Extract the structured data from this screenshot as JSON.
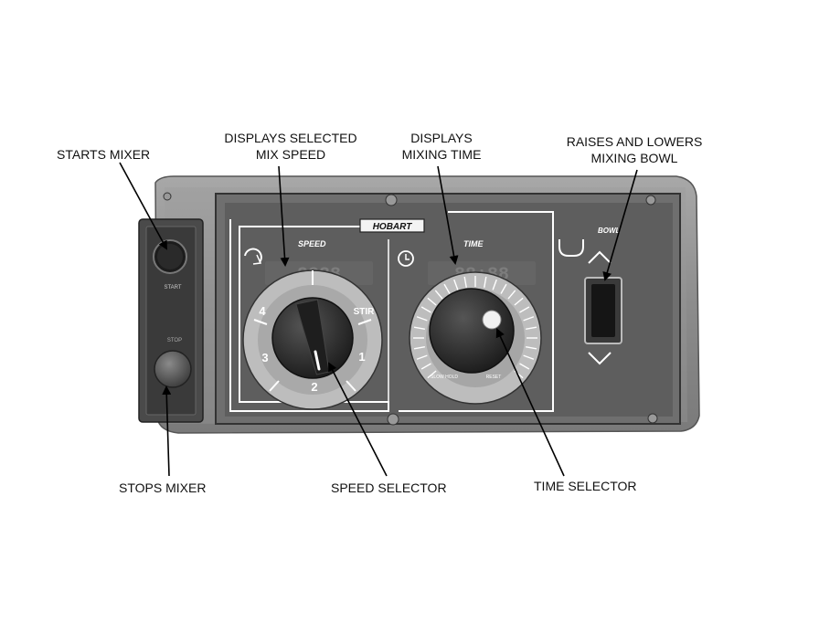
{
  "callouts": {
    "starts_mixer": "STARTS MIXER",
    "displays_speed": [
      "DISPLAYS SELECTED",
      "MIX SPEED"
    ],
    "displays_time": [
      "DISPLAYS",
      "MIXING TIME"
    ],
    "raises_lowers": [
      "RAISES AND LOWERS",
      "MIXING BOWL"
    ],
    "stops_mixer": "STOPS MIXER",
    "speed_selector": "SPEED SELECTOR",
    "time_selector": "TIME SELECTOR"
  },
  "panel": {
    "brand": "HOBART",
    "start_label": "START",
    "stop_label": "STOP",
    "speed_label": "SPEED",
    "time_label": "TIME",
    "bowl_label": "BOWL",
    "speed_digits": "8888",
    "time_digits": "88:88",
    "speed_positions": [
      "4",
      "STIR",
      "3",
      "1",
      "2"
    ],
    "time_scale_left": "SLOW HOLD",
    "time_scale_right": "RESET"
  },
  "colors": {
    "panel_body": "#8a8a8a",
    "faceplate": "#6f6f6f",
    "dial_ring": "#b9b9b9",
    "knob": "#2b2b2b"
  }
}
